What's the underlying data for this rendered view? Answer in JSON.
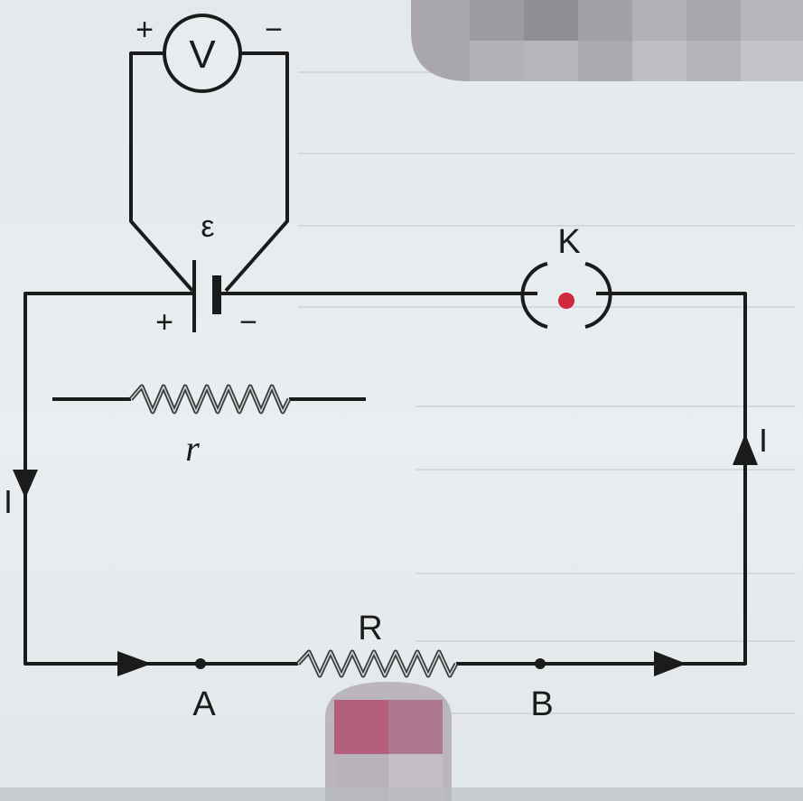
{
  "labels": {
    "voltmeter": "V",
    "voltmeter_plus": "+",
    "voltmeter_minus": "−",
    "emf": "ε",
    "cell_plus": "+",
    "cell_minus": "−",
    "key": "K",
    "internal_resistance": "r",
    "external_resistance": "R",
    "point_a": "A",
    "point_b": "B",
    "current_left": "I",
    "current_right": "I"
  },
  "colors": {
    "wire": "#1b1b1b",
    "key_contact": "#d0283c",
    "resistor": "#3a3a3a"
  }
}
